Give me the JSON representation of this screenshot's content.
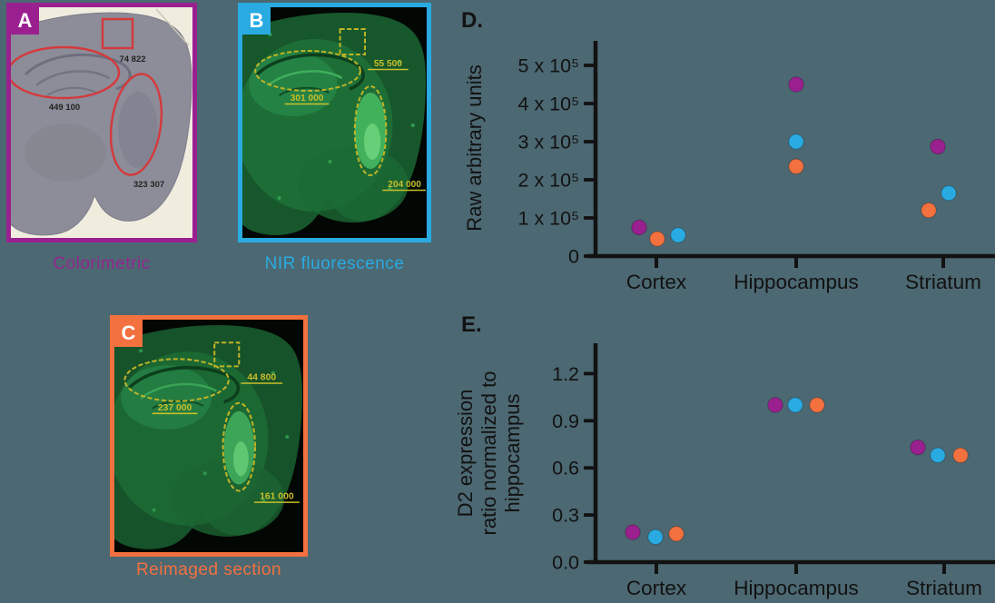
{
  "figure": {
    "background_color": "#4c6872",
    "axis_color": "#121212"
  },
  "panels": {
    "a": {
      "letter": "A",
      "caption": "Colorimetric",
      "accent_color": "#9b208f",
      "annotation_color": "#d5393b",
      "annotations": {
        "cortex": "74 822",
        "hippocampus": "449 100",
        "striatum": "323 307"
      }
    },
    "b": {
      "letter": "B",
      "caption": "NIR fluorescence",
      "accent_color": "#29abe2",
      "annotation_color": "#bdb427",
      "annotations": {
        "cortex": "55 500",
        "hippocampus": "301 000",
        "striatum": "204 000"
      }
    },
    "c": {
      "letter": "C",
      "caption": "Reimaged section",
      "accent_color": "#f3703f",
      "annotation_color": "#bdb427",
      "annotations": {
        "cortex": "44 800",
        "hippocampus": "237 000",
        "striatum": "161 000"
      }
    }
  },
  "chart_data": [
    {
      "id": "D",
      "type": "scatter",
      "panel_label": "D.",
      "ylabel": "Raw arbitrary units",
      "xlabel": "",
      "categories": [
        "Cortex",
        "Hippocampus",
        "Striatum"
      ],
      "unit_multiplier": 100000,
      "ylim": [
        0,
        5.6
      ],
      "grid": false,
      "legend_position": "none",
      "yticks": [
        {
          "value": 0,
          "label": "0"
        },
        {
          "value": 1,
          "label": "1 x 10⁵"
        },
        {
          "value": 2,
          "label": "2 x 10⁵"
        },
        {
          "value": 3,
          "label": "3 x 10⁵"
        },
        {
          "value": 4,
          "label": "4 x 10⁵"
        },
        {
          "value": 5,
          "label": "5 x 10⁵"
        }
      ],
      "series": [
        {
          "name": "Colorimetric",
          "color": "#9b208f",
          "values": [
            0.75,
            4.5,
            2.87
          ],
          "dx": [
            -19,
            0,
            -6
          ]
        },
        {
          "name": "NIR fluorescence",
          "color": "#29abe2",
          "values": [
            0.55,
            3.0,
            1.65
          ],
          "dx": [
            24,
            0,
            6
          ]
        },
        {
          "name": "Reimaged section",
          "color": "#f3703f",
          "values": [
            0.45,
            2.35,
            1.2
          ],
          "dx": [
            1,
            0,
            -16
          ]
        }
      ]
    },
    {
      "id": "E",
      "type": "scatter",
      "panel_label": "E.",
      "ylabel_lines": [
        "D2 expression",
        "ratio normalized to",
        "hippocampus"
      ],
      "xlabel": "",
      "categories": [
        "Cortex",
        "Hippocampus",
        "Striatum"
      ],
      "ylim": [
        0,
        1.35
      ],
      "grid": false,
      "legend_position": "none",
      "yticks": [
        {
          "value": 0,
          "label": "0.0"
        },
        {
          "value": 0.3,
          "label": "0.3"
        },
        {
          "value": 0.6,
          "label": "0.6"
        },
        {
          "value": 0.9,
          "label": "0.9"
        },
        {
          "value": 1.2,
          "label": "1.2"
        }
      ],
      "series": [
        {
          "name": "Colorimetric",
          "color": "#9b208f",
          "values": [
            0.19,
            1.0,
            0.73
          ],
          "dx": [
            -26,
            -23,
            -29
          ]
        },
        {
          "name": "NIR fluorescence",
          "color": "#29abe2",
          "values": [
            0.16,
            1.0,
            0.68
          ],
          "dx": [
            -1,
            -1,
            -7
          ]
        },
        {
          "name": "Reimaged section",
          "color": "#f3703f",
          "values": [
            0.18,
            1.0,
            0.68
          ],
          "dx": [
            22,
            23,
            18
          ]
        }
      ]
    }
  ]
}
